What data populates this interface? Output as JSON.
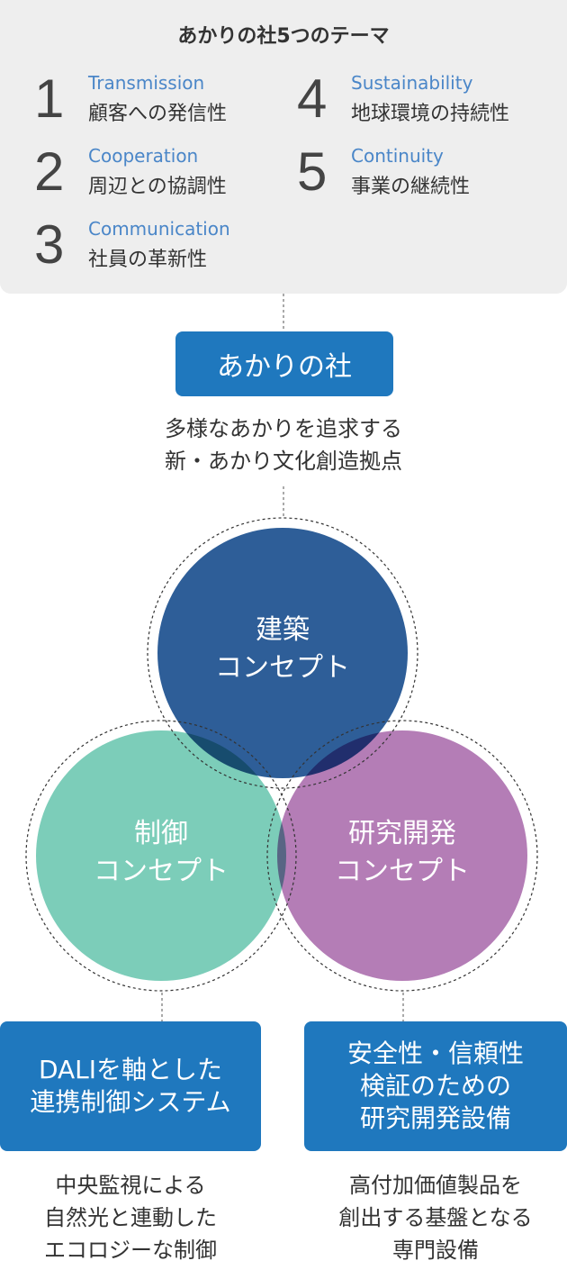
{
  "themes": {
    "title": "あかりの社5つのテーマ",
    "items": [
      {
        "num": "1",
        "en": "Transmission",
        "ja": "顧客への発信性"
      },
      {
        "num": "2",
        "en": "Cooperation",
        "ja": "周辺との協調性"
      },
      {
        "num": "3",
        "en": "Communication",
        "ja": "社員の革新性"
      },
      {
        "num": "4",
        "en": "Sustainability",
        "ja": "地球環境の持続性"
      },
      {
        "num": "5",
        "en": "Continuity",
        "ja": "事業の継続性"
      }
    ]
  },
  "main": {
    "title": "あかりの社",
    "desc_lines": [
      "多様なあかりを追求する",
      "新・あかり文化創造拠点"
    ]
  },
  "concepts": [
    {
      "lines": [
        "建築",
        "コンセプト"
      ],
      "color": "#2e5e98"
    },
    {
      "lines": [
        "制御",
        "コンセプト"
      ],
      "color": "#7ccdb9"
    },
    {
      "lines": [
        "研究開発",
        "コンセプト"
      ],
      "color": "#b47db6"
    }
  ],
  "boxes": [
    {
      "lines": [
        "DALIを軸とした",
        "連携制御システム"
      ],
      "desc_lines": [
        "中央監視による",
        "自然光と連動した",
        "エコロジーな制御"
      ]
    },
    {
      "lines": [
        "安全性・信頼性",
        "検証のための",
        "研究開発設備"
      ],
      "desc_lines": [
        "高付加価値製品を",
        "創出する基盤となる",
        "専門設備"
      ]
    }
  ],
  "colors": {
    "accent": "#1f78be",
    "panel": "#eeeeee",
    "number": "#444444",
    "english": "#4a86c8"
  }
}
